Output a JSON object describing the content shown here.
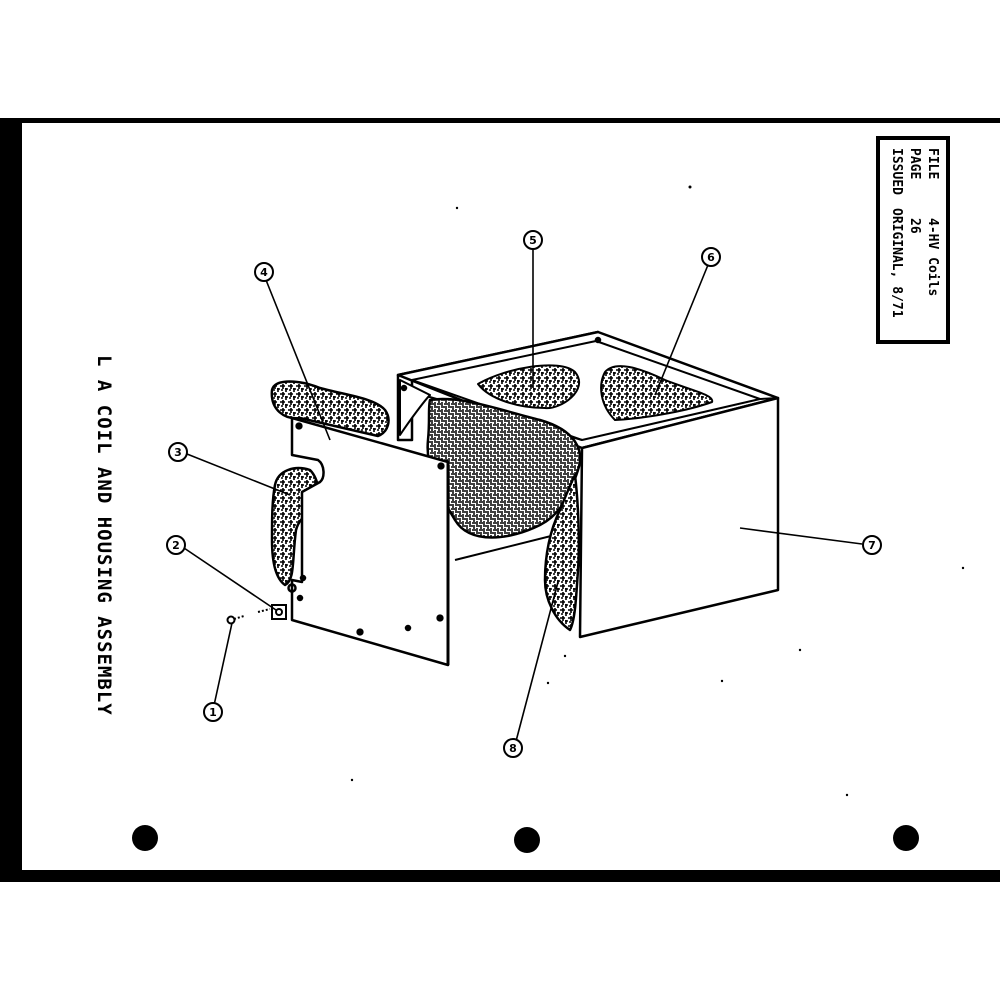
{
  "title": "L A COIL AND HOUSING ASSEMBLY",
  "info_box": {
    "file_label": "FILE",
    "file_value": "4-HV Coils",
    "page_label": "PAGE",
    "page_value": "26",
    "issued_label": "ISSUED",
    "issued_value": "ORIGINAL, 8/71"
  },
  "callouts": [
    "1",
    "2",
    "3",
    "4",
    "5",
    "6",
    "7",
    "8"
  ],
  "colors": {
    "ink": "#000000",
    "paper": "#ffffff"
  },
  "binder_holes": 3
}
